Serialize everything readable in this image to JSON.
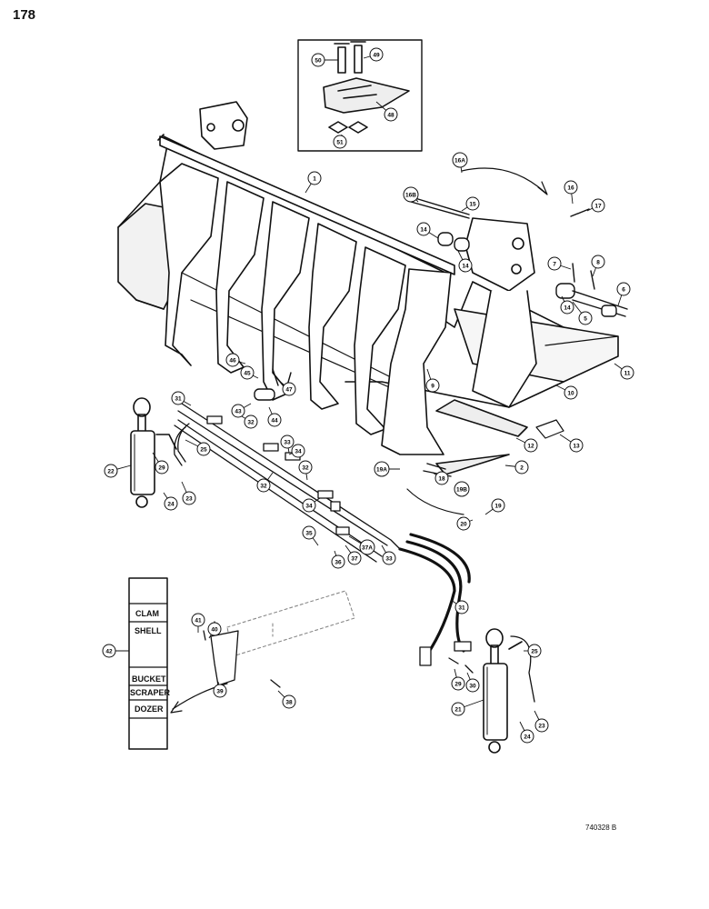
{
  "page_number": "178",
  "drawing_number": "740328 B",
  "decal_labels": {
    "clam": "CLAM",
    "shell": "SHELL",
    "bucket": "BUCKET",
    "scraper": "SCRAPER",
    "dozer": "DOZER"
  },
  "callouts": [
    "1",
    "2",
    "5",
    "6",
    "7",
    "8",
    "9",
    "10",
    "11",
    "12",
    "13",
    "14",
    "14",
    "14",
    "15",
    "16",
    "16A",
    "16B",
    "17",
    "18",
    "19",
    "19A",
    "19B",
    "20",
    "21",
    "22",
    "23",
    "23",
    "24",
    "24",
    "25",
    "25",
    "29",
    "29",
    "30",
    "31",
    "31",
    "32",
    "32",
    "32",
    "33",
    "33",
    "34",
    "34",
    "35",
    "36",
    "37",
    "37A",
    "38",
    "39",
    "40",
    "41",
    "42",
    "43",
    "44",
    "45",
    "46",
    "47",
    "48",
    "49",
    "50",
    "51"
  ]
}
